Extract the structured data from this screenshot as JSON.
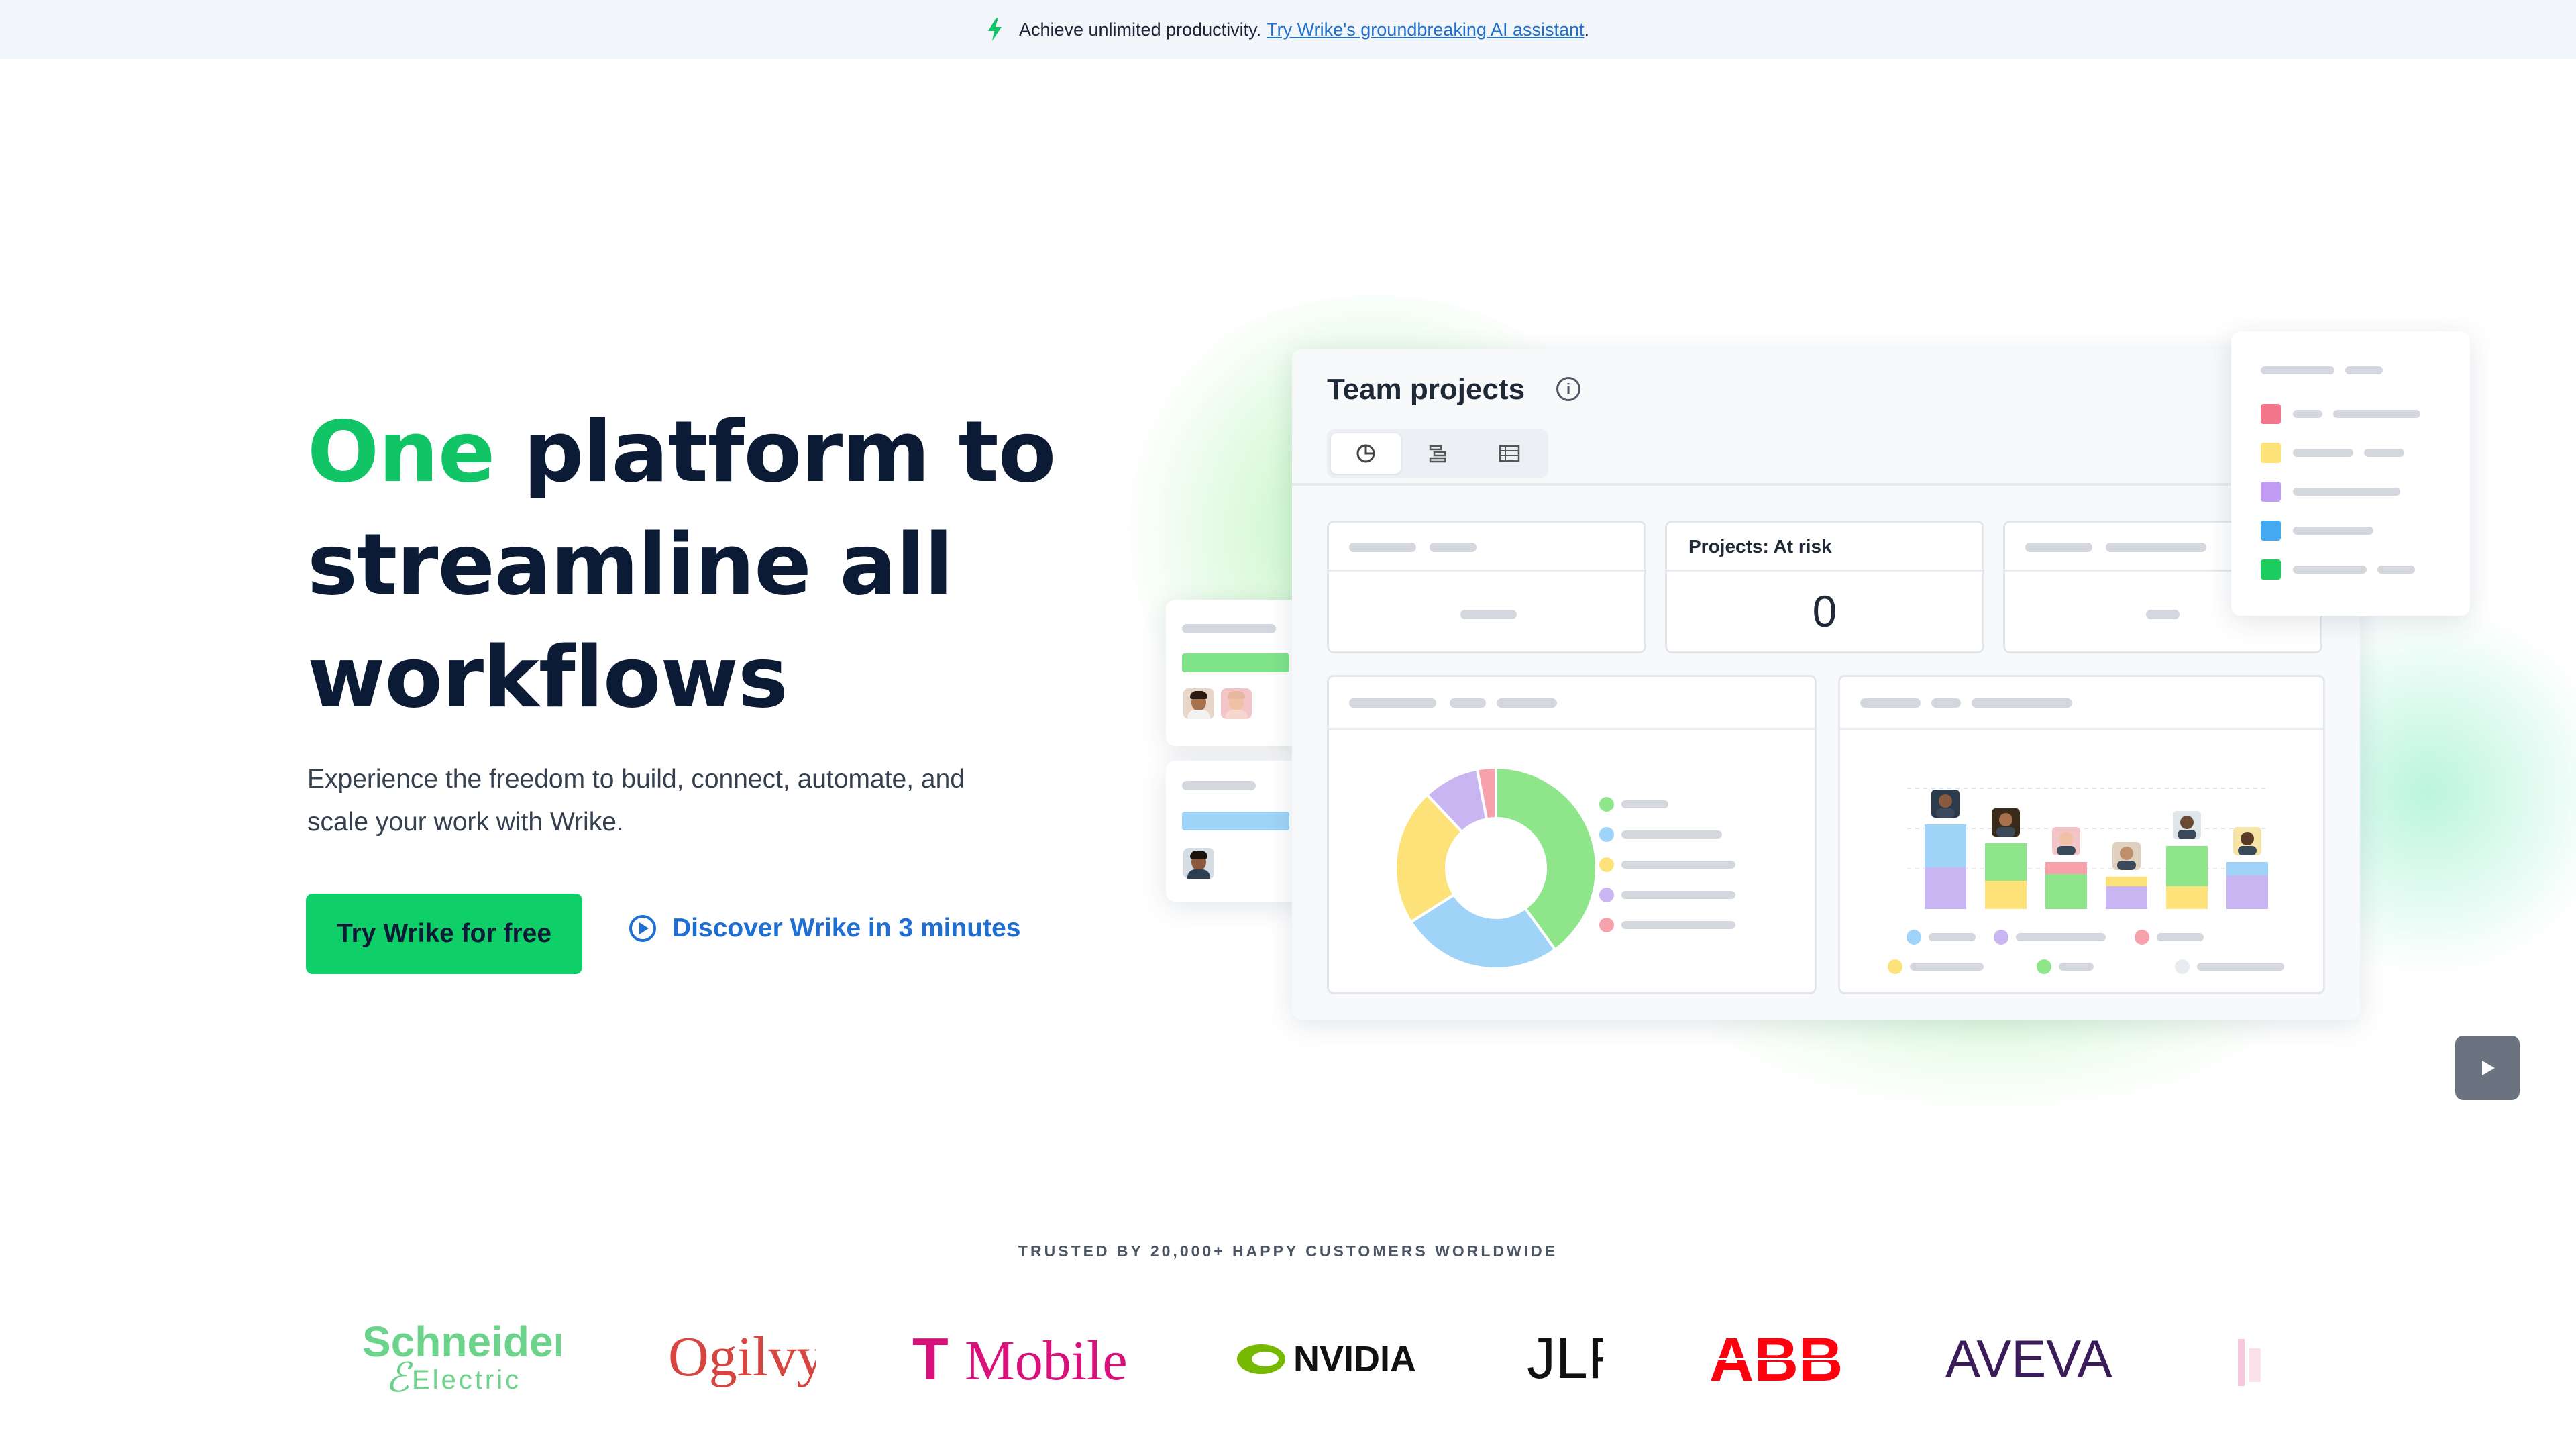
{
  "banner": {
    "text": "Achieve unlimited productivity.",
    "link": "Try Wrike's groundbreaking AI assistant",
    "period": "."
  },
  "hero": {
    "title_accent": "One",
    "title_line1_rest": " platform to",
    "title_line2": "streamline all",
    "title_line3": "workflows",
    "subtitle_line1": "Experience the freedom to build, connect, automate, and",
    "subtitle_line2": "scale your work with Wrike.",
    "cta_primary": "Try Wrike for free",
    "cta_secondary": "Discover Wrike in 3 minutes"
  },
  "dashboard": {
    "title": "Team projects",
    "info_icon": "i",
    "kpi_label": "Projects: At risk",
    "kpi_value": "0",
    "donut": {
      "type": "pie",
      "values": [
        40,
        26,
        22,
        9,
        3
      ],
      "colors": [
        "#8ee58a",
        "#9fd3f7",
        "#fde27a",
        "#c9b5f2",
        "#f7a1ad"
      ]
    },
    "stacked_bars": {
      "type": "bar",
      "series_colors": [
        "#c9b5f2",
        "#fde27a",
        "#8ee58a",
        "#9fd3f7",
        "#f7a1ad"
      ]
    },
    "side_colors": [
      "#f3768a",
      "#fde27a",
      "#c29cf2",
      "#45a9f2",
      "#1ccc5f"
    ]
  },
  "trusted": {
    "label": "TRUSTED BY 20,000+ HAPPY CUSTOMERS WORLDWIDE",
    "logos": {
      "schneider_top": "Schneider",
      "schneider_bottom": "Electric",
      "ogilvy": "Ogilvy",
      "tmobile_t": "T",
      "tmobile_rest": "Mobile",
      "nvidia": "NVIDIA",
      "jlr": "JLR",
      "abb": "ABB",
      "aveva": "AVEVA"
    }
  },
  "colors": {
    "accent_green": "#11c567",
    "cta_green": "#0fd068",
    "link_blue": "#1e6fd1",
    "text_dark": "#0b1b35"
  },
  "icons": {
    "banner": "lightning-icon",
    "cta_secondary": "play-circle-icon",
    "video": "play-icon"
  }
}
